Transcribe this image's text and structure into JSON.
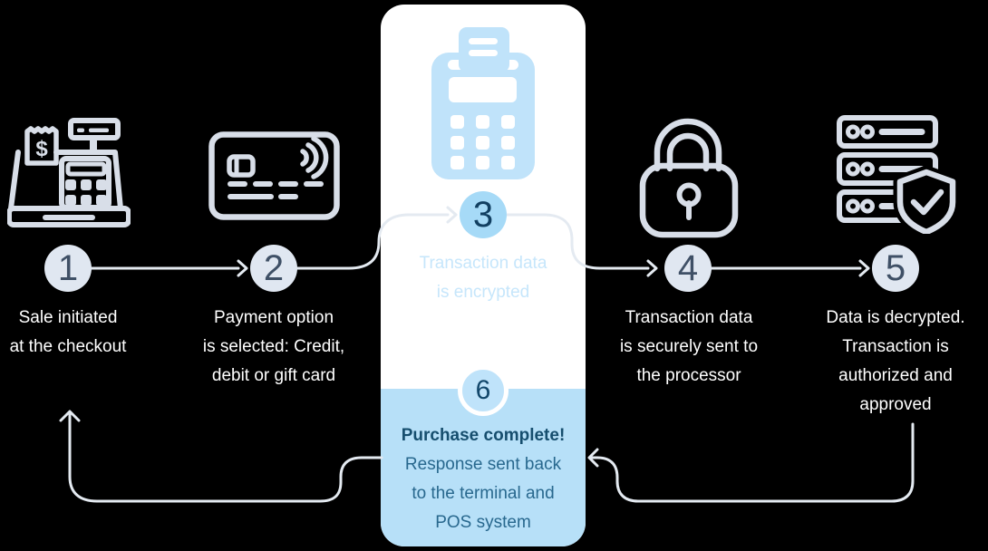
{
  "colors": {
    "background": "#000000",
    "icon_stroke": "#d8dee8",
    "flow_line": "#e4eaf1",
    "card_background": "#ffffff",
    "highlight_panel": "#b7e0f8",
    "accent_circle": "#a6daf7",
    "neutral_circle": "#e0e7f1",
    "circle_number_dark": "#3f5066",
    "circle_number_navy": "#113f61",
    "step_text_light": "#ffffff",
    "step3_text": "#c6e6fb",
    "step6_title_text": "#164e6e",
    "step6_body_text": "#28688e",
    "terminal_fill": "#c0e3fa"
  },
  "icons": {
    "cash_register_symbol": "$"
  },
  "steps": [
    {
      "number": "1",
      "icon": "cash-register-icon",
      "lines": [
        "Sale initiated",
        "at the checkout"
      ]
    },
    {
      "number": "2",
      "icon": "credit-card-icon",
      "lines": [
        "Payment option",
        "is selected: Credit,",
        "debit or gift card"
      ]
    },
    {
      "number": "3",
      "icon": "payment-terminal-icon",
      "lines": [
        "Transaction data",
        "is encrypted"
      ]
    },
    {
      "number": "4",
      "icon": "padlock-icon",
      "lines": [
        "Transaction data",
        "is securely sent to",
        "the processor"
      ]
    },
    {
      "number": "5",
      "icon": "server-shield-icon",
      "lines": [
        "Data is decrypted.",
        "Transaction is",
        "authorized and",
        "approved"
      ]
    },
    {
      "number": "6",
      "icon": "",
      "title": "Purchase complete!",
      "lines": [
        "Response sent back",
        "to the terminal and",
        "POS system"
      ]
    }
  ]
}
